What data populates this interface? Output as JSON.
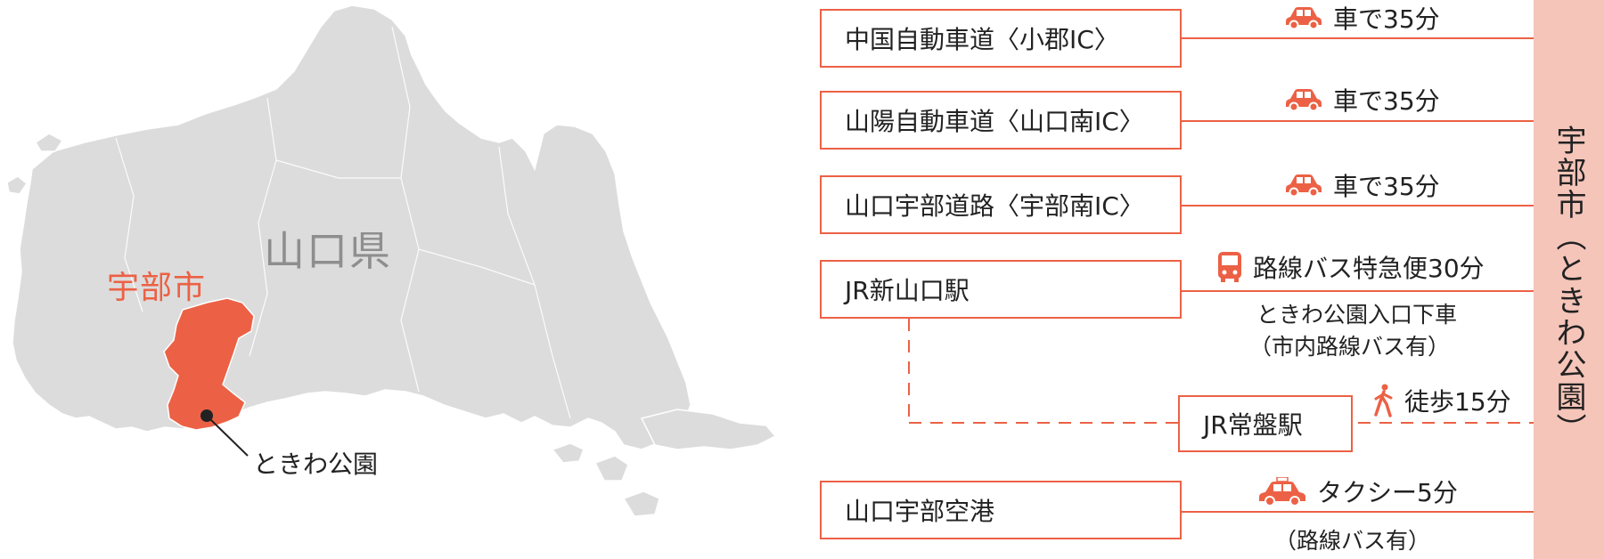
{
  "map": {
    "prefecture_label": "山口県",
    "city_label": "宇部市",
    "park_label": "ときわ公園",
    "colors": {
      "land": "#dcdcdc",
      "city": "#ec6145",
      "pin": "#222222"
    }
  },
  "routes": [
    {
      "origin": "中国自動車道〈小郡IC〉",
      "mode": "car-icon",
      "time": "車で35分"
    },
    {
      "origin": "山陽自動車道〈山口南IC〉",
      "mode": "car-icon",
      "time": "車で35分"
    },
    {
      "origin": "山口宇部道路〈宇部南IC〉",
      "mode": "car-icon",
      "time": "車で35分"
    },
    {
      "origin": "JR新山口駅",
      "mode": "bus-icon",
      "time": "路線バス特急便30分",
      "note_line1": "ときわ公園入口下車",
      "note_line2": "（市内路線バス有）"
    },
    {
      "origin": "JR常盤駅",
      "mode": "walking-icon",
      "time": "徒歩15分"
    },
    {
      "origin": "山口宇部空港",
      "mode": "taxi-icon",
      "time": "タクシー5分",
      "note": "（路線バス有）"
    }
  ],
  "destination": "宇部市（ときわ公園）",
  "colors": {
    "accent": "#ec6145",
    "destination_band": "#f5c5b9"
  }
}
